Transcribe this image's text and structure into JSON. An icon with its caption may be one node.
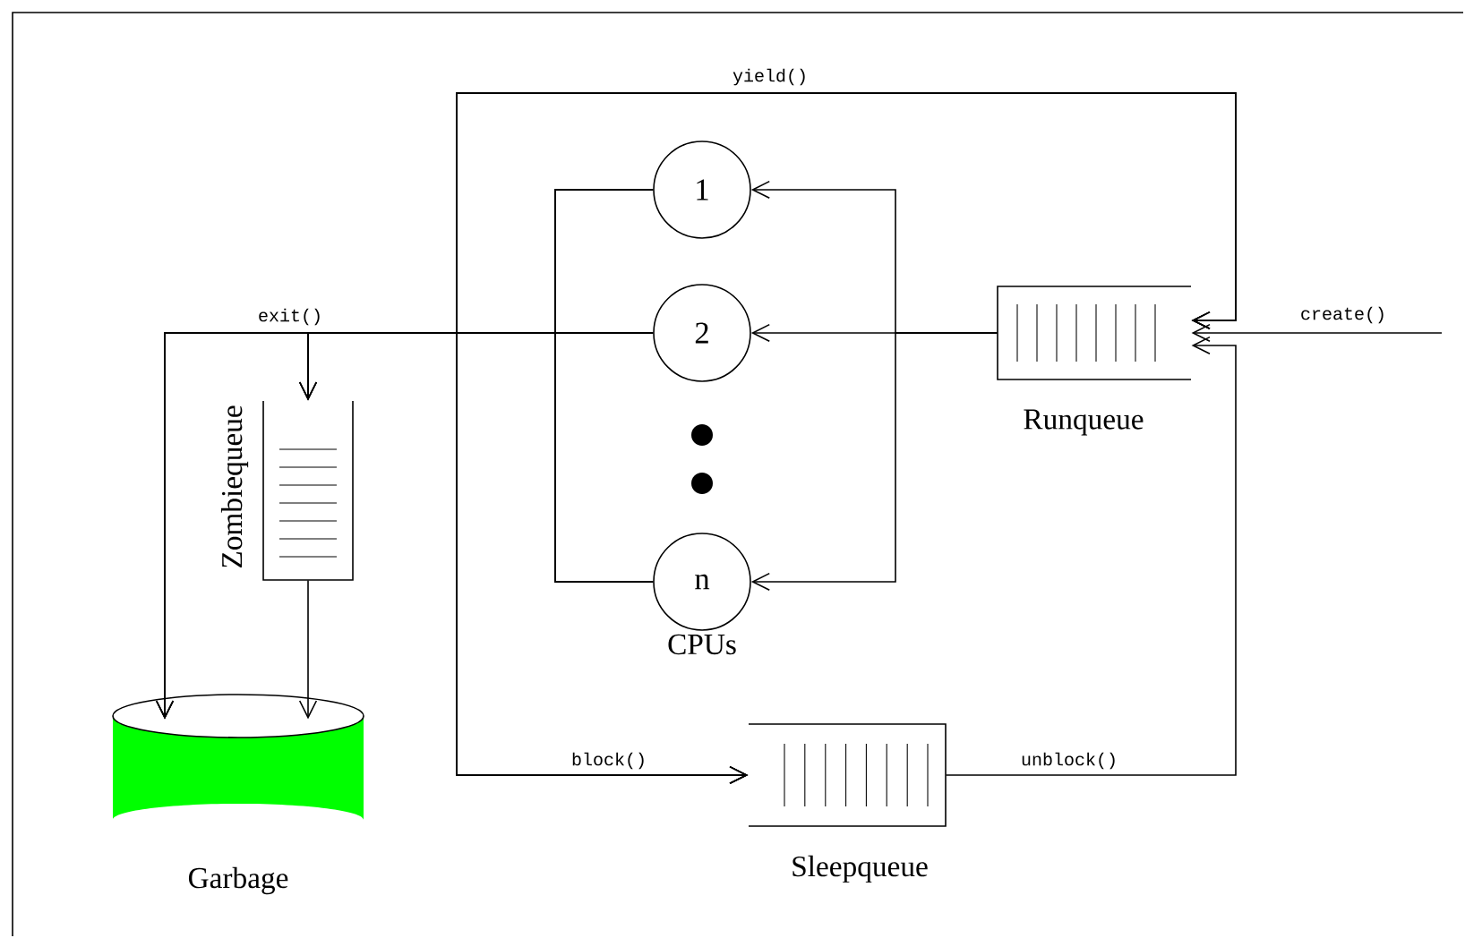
{
  "diagram": {
    "nodes": [
      {
        "text": [
          "Runqueue"
        ]
      },
      {
        "text": [
          "1"
        ]
      },
      {
        "text": [
          "2"
        ]
      },
      {
        "text": [
          "n"
        ],
        "beside": [
          "CPUs"
        ]
      },
      {
        "text": [
          "Zombiequeue"
        ]
      },
      {
        "text": [
          "Garbage"
        ]
      },
      {
        "text": [
          "Sleepqueue"
        ]
      }
    ],
    "edges": [
      {
        "from": null,
        "to": 0,
        "arrow": "to",
        "label": "create()"
      },
      {
        "from": 0,
        "to": 1,
        "arrow": "to"
      },
      {
        "from": 0,
        "to": 2,
        "arrow": "to"
      },
      {
        "from": 0,
        "to": 3,
        "arrow": "to"
      },
      {
        "from": 1,
        "to": 0,
        "arrow": "to",
        "label": "yield()"
      },
      {
        "from": 2,
        "to": 0,
        "arrow": "to"
      },
      {
        "from": 3,
        "to": 0,
        "arrow": "to"
      },
      {
        "from": 1,
        "to": 6,
        "arrow": "to",
        "label": "block()"
      },
      {
        "from": 2,
        "to": 6,
        "arrow": "to"
      },
      {
        "from": 3,
        "to": 6,
        "arrow": "to"
      },
      {
        "from": 1,
        "to": 4,
        "arrow": "to",
        "label": "exit()"
      },
      {
        "from": 2,
        "to": 4,
        "arrow": "to"
      },
      {
        "from": 3,
        "to": 4,
        "arrow": "to"
      },
      {
        "from": 1,
        "to": 5,
        "arrow": "to"
      },
      {
        "from": 2,
        "to": 5,
        "arrow": "to"
      },
      {
        "from": 3,
        "to": 5,
        "arrow": "to"
      },
      {
        "from": 4,
        "to": 5,
        "arrow": "to"
      },
      {
        "from": 6,
        "to": 0,
        "arrow": "to",
        "label": "unblock()"
      }
    ]
  }
}
